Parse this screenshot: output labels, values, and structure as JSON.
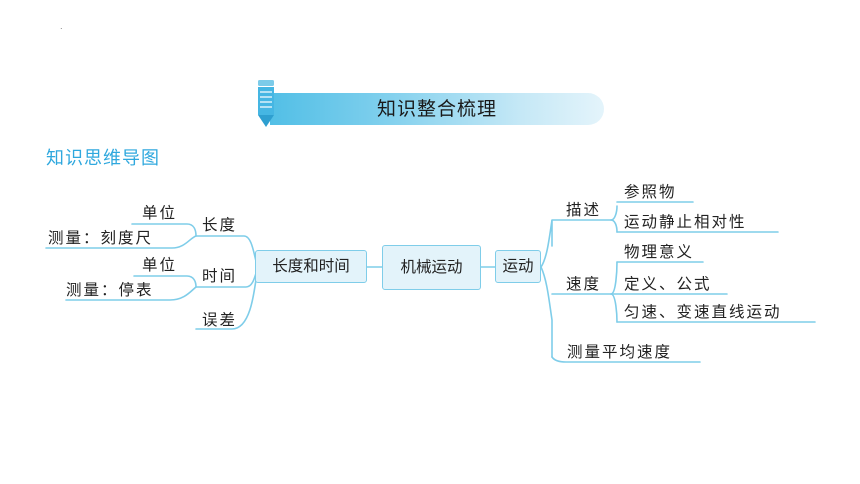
{
  "header": {
    "title": "知识整合梳理"
  },
  "section_title": "知识思维导图",
  "mindmap": {
    "left_center": "长度和时间",
    "center": "机械运动",
    "right_center": "运动",
    "left": {
      "length": {
        "label": "长度",
        "unit": "单位",
        "measure": "测量：刻度尺"
      },
      "time": {
        "label": "时间",
        "unit": "单位",
        "measure": "测量：停表"
      },
      "error": "误差"
    },
    "right": {
      "describe": {
        "label": "描述",
        "items": [
          "参照物",
          "运动静止相对性"
        ]
      },
      "speed": {
        "label": "速度",
        "items": [
          "物理意义",
          "定义、公式",
          "匀速、变速直线运动"
        ]
      },
      "average": "测量平均速度"
    }
  },
  "colors": {
    "accent": "#2fa8de",
    "box_fill": "#e3f3fa",
    "box_border": "#7fcde9",
    "line": "#7fcde9"
  }
}
